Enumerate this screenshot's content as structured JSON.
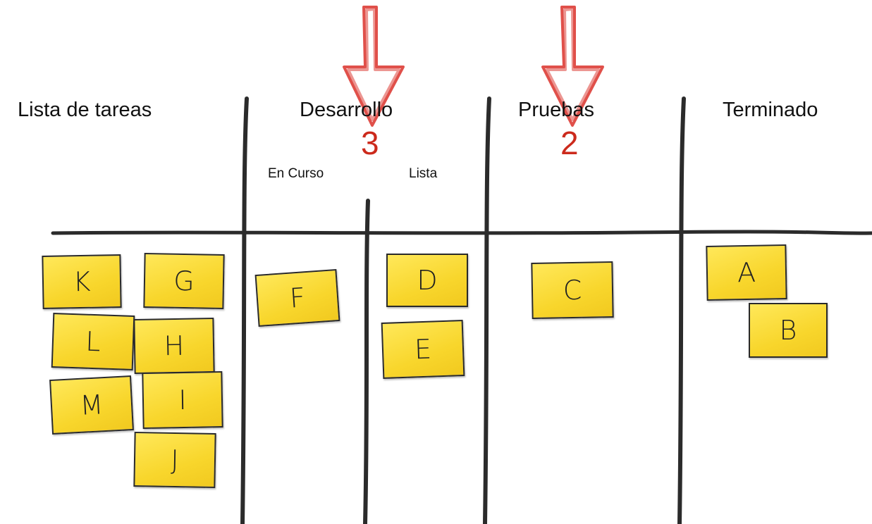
{
  "columns": {
    "backlog": "Lista de tareas",
    "development": "Desarrollo",
    "testing": "Pruebas",
    "done": "Terminado"
  },
  "subcolumns": {
    "in_progress": "En Curso",
    "ready": "Lista"
  },
  "wip_limits": {
    "development": "3",
    "testing": "2"
  },
  "cards": {
    "backlog": [
      "K",
      "G",
      "L",
      "H",
      "M",
      "I",
      "J"
    ],
    "dev_in_progress": [
      "F"
    ],
    "dev_ready": [
      "D",
      "E"
    ],
    "testing": [
      "C"
    ],
    "done": [
      "A",
      "B"
    ]
  },
  "colors": {
    "note": "#f8d62c",
    "wip_arrow": "#e0504a",
    "board_line": "#2b2b2b"
  }
}
